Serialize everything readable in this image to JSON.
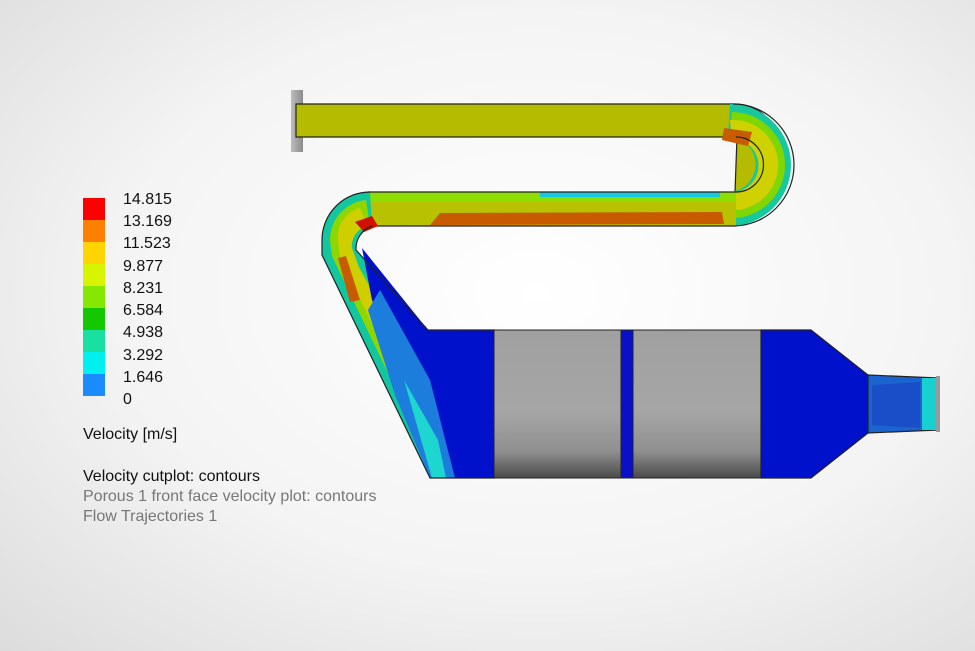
{
  "legend": {
    "ticks": [
      "14.815",
      "13.169",
      "11.523",
      "9.877",
      "8.231",
      "6.584",
      "4.938",
      "3.292",
      "1.646",
      "0"
    ],
    "colors": [
      "#ff0000",
      "#ff7f00",
      "#ffd400",
      "#d7f500",
      "#86e800",
      "#14c800",
      "#19e0a0",
      "#00f0f0",
      "#1a8cff",
      "#0000e0"
    ],
    "units": "Velocity [m/s]"
  },
  "plots": [
    {
      "label": "Velocity cutplot: contours",
      "active": true
    },
    {
      "label": "Porous 1 front face velocity plot: contours",
      "active": false
    },
    {
      "label": "Flow Trajectories 1",
      "active": false
    }
  ]
}
